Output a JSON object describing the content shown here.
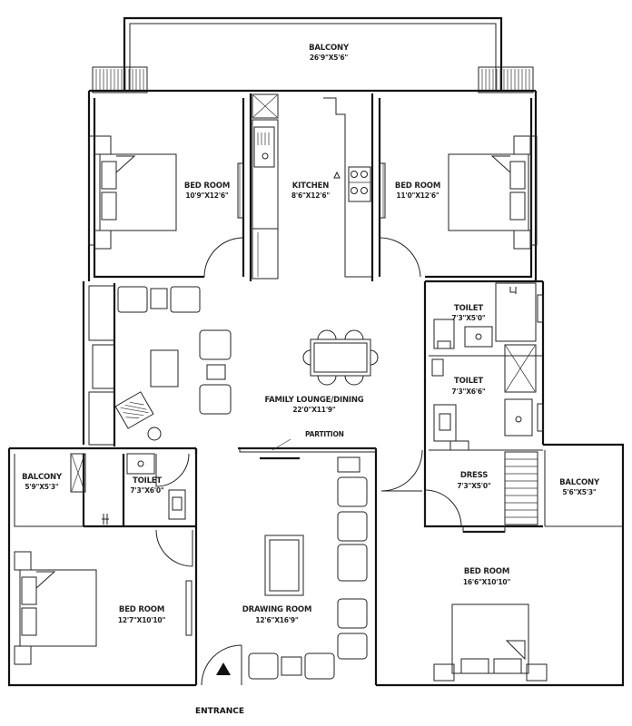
{
  "plan": {
    "rooms": [
      {
        "name": "BALCONY",
        "dims": "26'9\"X5'6\""
      },
      {
        "name": "BED ROOM",
        "dims": "10'9\"X12'6\""
      },
      {
        "name": "KITCHEN",
        "dims": "8'6\"X12'6\""
      },
      {
        "name": "BED ROOM",
        "dims": "11'0\"X12'6\""
      },
      {
        "name": "TOILET",
        "dims": "7'3\"X5'0\""
      },
      {
        "name": "TOILET",
        "dims": "7'3\"X6'6\""
      },
      {
        "name": "FAMILY LOUNGE/DINING",
        "dims": "22'0\"X11'9\""
      },
      {
        "name": "BALCONY",
        "dims": "5'9\"X5'3\""
      },
      {
        "name": "TOILET",
        "dims": "7'3\"X6'0\""
      },
      {
        "name": "DRESS",
        "dims": "7'3\"X5'0\""
      },
      {
        "name": "BALCONY",
        "dims": "5'6\"X5'3\""
      },
      {
        "name": "BED ROOM",
        "dims": "12'7\"X10'10\""
      },
      {
        "name": "DRAWING ROOM",
        "dims": "12'6\"X16'9\""
      },
      {
        "name": "BED ROOM",
        "dims": "16'6\"X10'10\""
      }
    ],
    "partition_label": "PARTITION",
    "entrance_label": "ENTRANCE"
  }
}
